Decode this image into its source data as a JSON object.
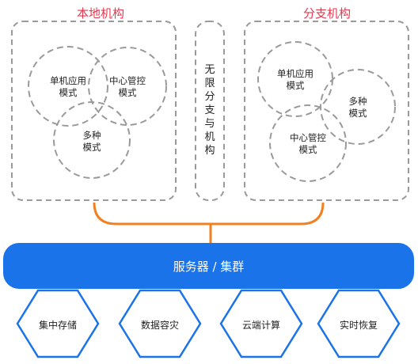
{
  "local": {
    "title": "本地机构",
    "circles": [
      {
        "line1": "单机应用",
        "line2": "模式"
      },
      {
        "line1": "中心管控",
        "line2": "模式"
      },
      {
        "line1": "多种",
        "line2": "模式"
      }
    ]
  },
  "middle": {
    "label": "无限分支与机构"
  },
  "branch": {
    "title": "分支机构",
    "circles": [
      {
        "line1": "单机应用",
        "line2": "模式"
      },
      {
        "line1": "多种",
        "line2": "模式"
      },
      {
        "line1": "中心管控",
        "line2": "模式"
      }
    ]
  },
  "server": {
    "label": "服务器 / 集群"
  },
  "hexagons": [
    {
      "label": "集中存储"
    },
    {
      "label": "数据容灾"
    },
    {
      "label": "云端计算"
    },
    {
      "label": "实时恢复"
    }
  ],
  "colors": {
    "accent_red": "#e8374e",
    "bar_blue": "#1a73e8",
    "connector_orange": "#f08021",
    "dash_gray": "#9a9a9a"
  }
}
